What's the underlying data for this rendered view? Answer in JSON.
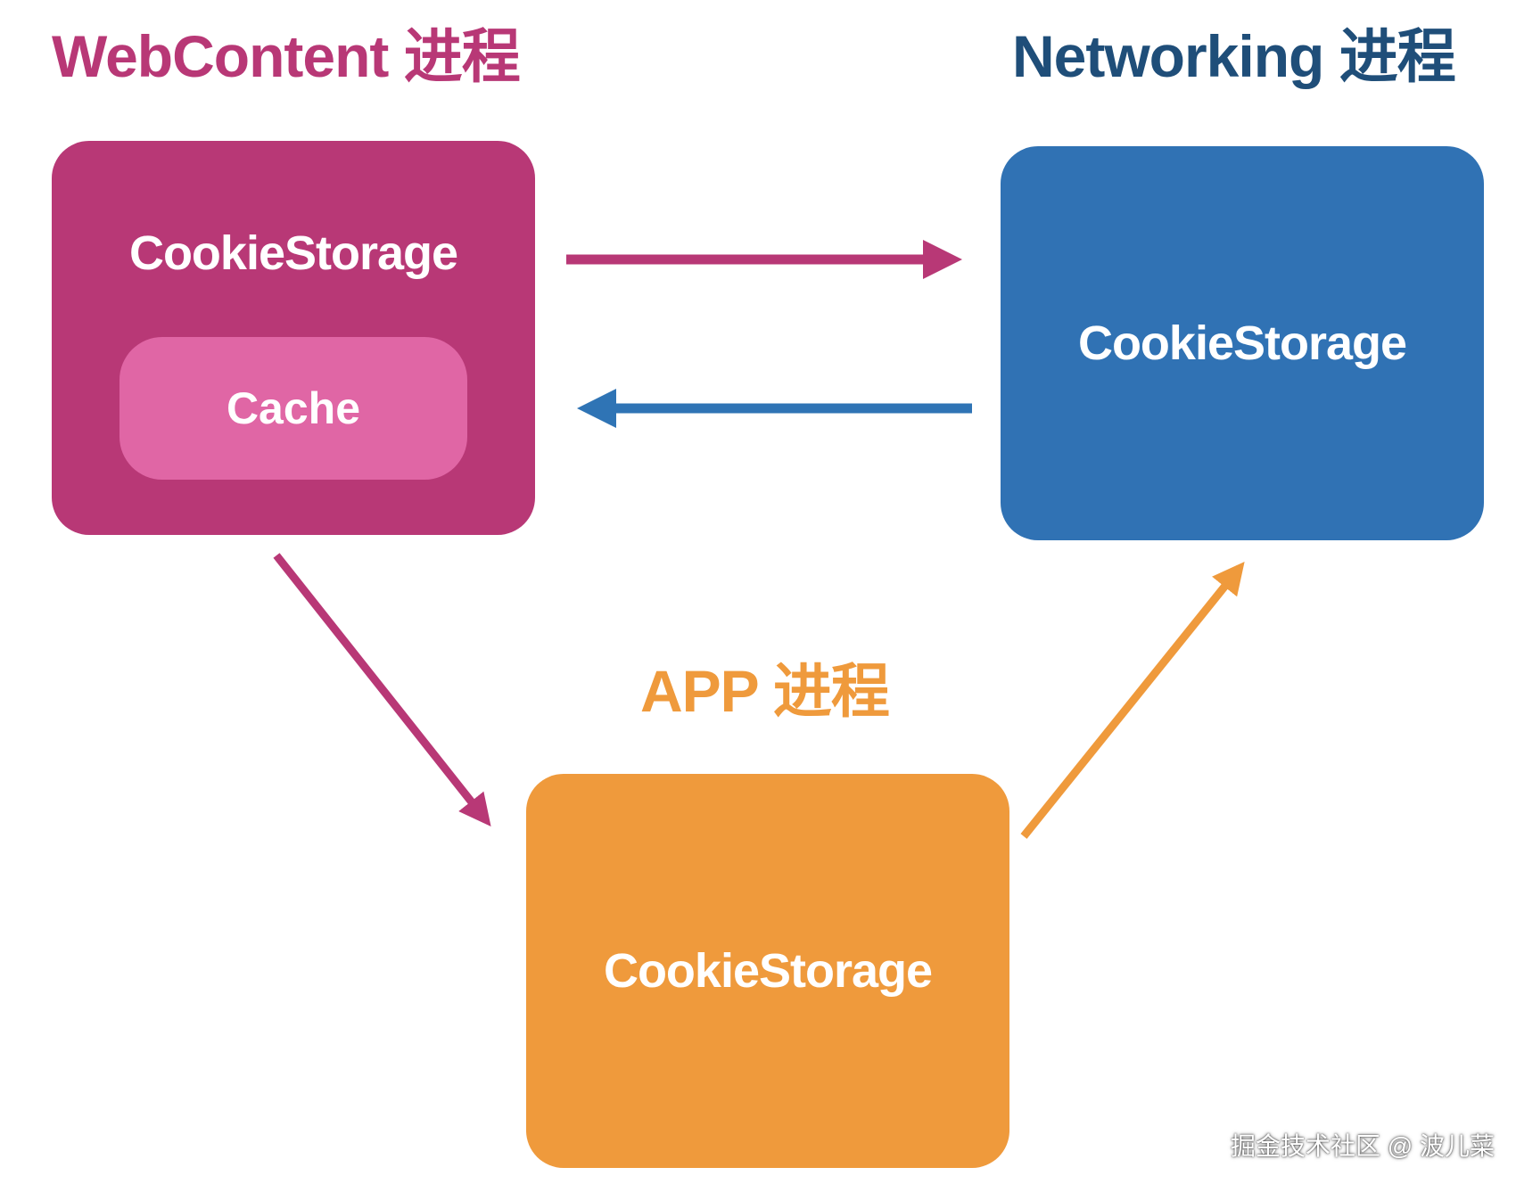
{
  "colors": {
    "webcontent": "#B83876",
    "cache": "#E066A5",
    "networking_title": "#1F4E79",
    "networking_box": "#3072B4",
    "app": "#EF9A3C",
    "arrow_blue": "#2F74B5"
  },
  "webcontent": {
    "title": "WebContent 进程",
    "storage_label": "CookieStorage",
    "cache_label": "Cache"
  },
  "networking": {
    "title": "Networking 进程",
    "storage_label": "CookieStorage"
  },
  "app": {
    "title": "APP 进程",
    "storage_label": "CookieStorage"
  },
  "watermark": "掘金技术社区 @ 波儿菜"
}
